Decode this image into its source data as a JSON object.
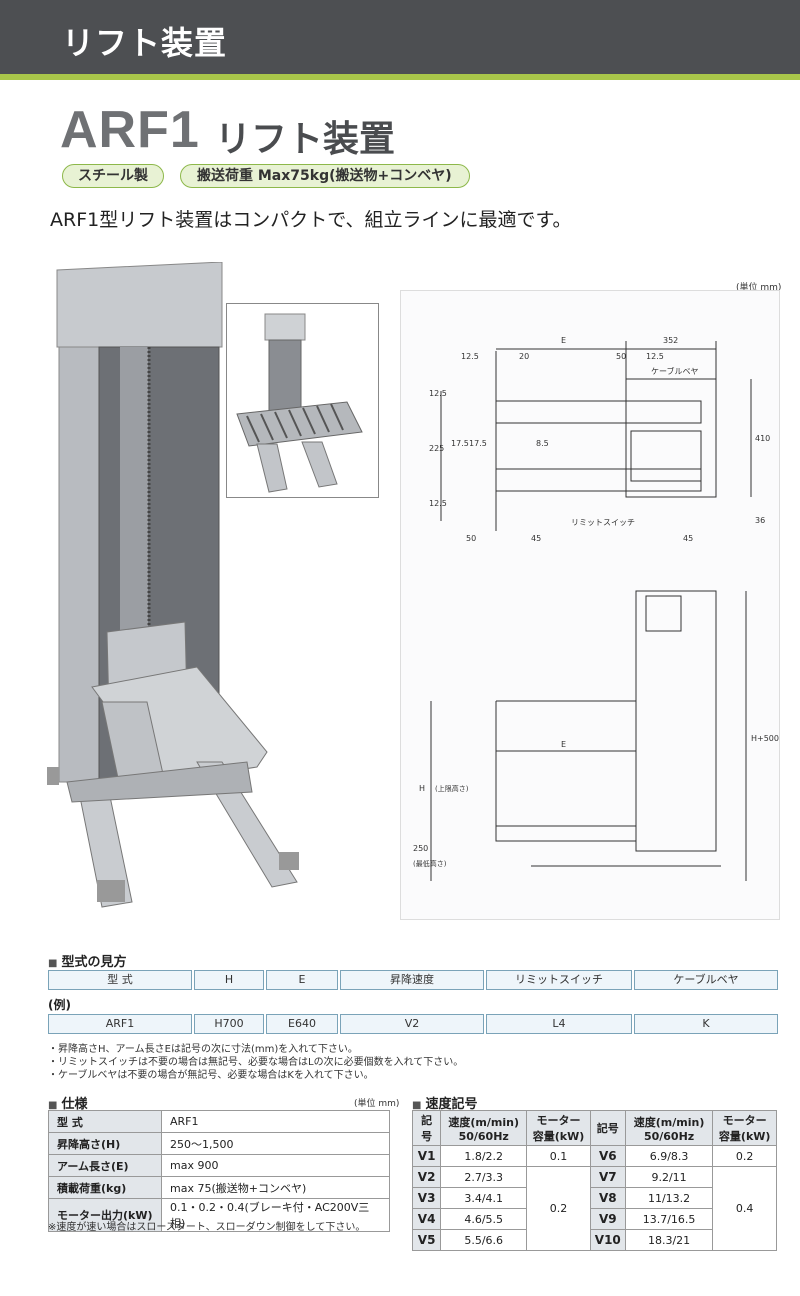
{
  "header": {
    "title": "リフト装置"
  },
  "model": {
    "name": "ARF1",
    "subtitle": "リフト装置"
  },
  "tags": {
    "material": "スチール製",
    "load": "搬送荷重 Max75kg(搬送物+コンベヤ)"
  },
  "intro": "ARF1型リフト装置はコンパクトで、組立ラインに最適です。",
  "drawing": {
    "unit": "(単位 mm)",
    "labels": {
      "E": "E",
      "w352": "352",
      "d12_5a": "12.5",
      "d20": "20",
      "d50a": "50",
      "d12_5b": "12.5",
      "cable": "ケーブルベヤ",
      "v12_5": "12.5",
      "v225": "225",
      "v17_5a": "17.5",
      "v17_5b": "17.5",
      "v8_5": "8.5",
      "v410": "410",
      "v12_5b": "12.5",
      "v36": "36",
      "limit": "リミットスイッチ",
      "b50": "50",
      "b45a": "45",
      "b45b": "45",
      "E2": "E",
      "H": "H",
      "H_sub": "(上限高さ)",
      "h250": "250",
      "h250_sub": "(最低高さ)",
      "hH500": "H+500"
    }
  },
  "model_code": {
    "heading": "型式の見方",
    "headers": [
      "型 式",
      "H",
      "E",
      "昇降速度",
      "リミットスイッチ",
      "ケーブルベヤ"
    ],
    "example_label": "(例)",
    "example": [
      "ARF1",
      "H700",
      "E640",
      "V2",
      "L4",
      "K"
    ],
    "notes": [
      "・昇降高さH、アーム長さEは記号の次に寸法(mm)を入れて下さい。",
      "・リミットスイッチは不要の場合は無記号、必要な場合はLの次に必要個数を入れて下さい。",
      "・ケーブルベヤは不要の場合が無記号、必要な場合はKを入れて下さい。"
    ]
  },
  "spec": {
    "heading": "仕様",
    "unit": "(単位 mm)",
    "rows": [
      [
        "型 式",
        "ARF1"
      ],
      [
        "昇降高さ(H)",
        "250〜1,500"
      ],
      [
        "アーム長さ(E)",
        "max 900"
      ],
      [
        "積載荷重(kg)",
        "max 75(搬送物+コンベヤ)"
      ],
      [
        "モーター出力(kW)",
        "0.1・0.2・0.4(ブレーキ付・AC200V三相)"
      ]
    ],
    "note": "※速度が速い場合はスロースタート、スローダウン制御をして下さい。"
  },
  "speed": {
    "heading": "速度記号",
    "headers": [
      "記号",
      "速度(m/min) 50/60Hz",
      "モーター 容量(kW)",
      "記号",
      "速度(m/min) 50/60Hz",
      "モーター 容量(kW)"
    ],
    "left": [
      [
        "V1",
        "1.8/2.2"
      ],
      [
        "V2",
        "2.7/3.3"
      ],
      [
        "V3",
        "3.4/4.1"
      ],
      [
        "V4",
        "4.6/5.5"
      ],
      [
        "V5",
        "5.5/6.6"
      ]
    ],
    "right": [
      [
        "V6",
        "6.9/8.3"
      ],
      [
        "V7",
        "9.2/11"
      ],
      [
        "V8",
        "11/13.2"
      ],
      [
        "V9",
        "13.7/16.5"
      ],
      [
        "V10",
        "18.3/21"
      ]
    ],
    "motor_left": [
      "0.1",
      "0.2"
    ],
    "motor_right": [
      "0.2",
      "0.4"
    ]
  }
}
